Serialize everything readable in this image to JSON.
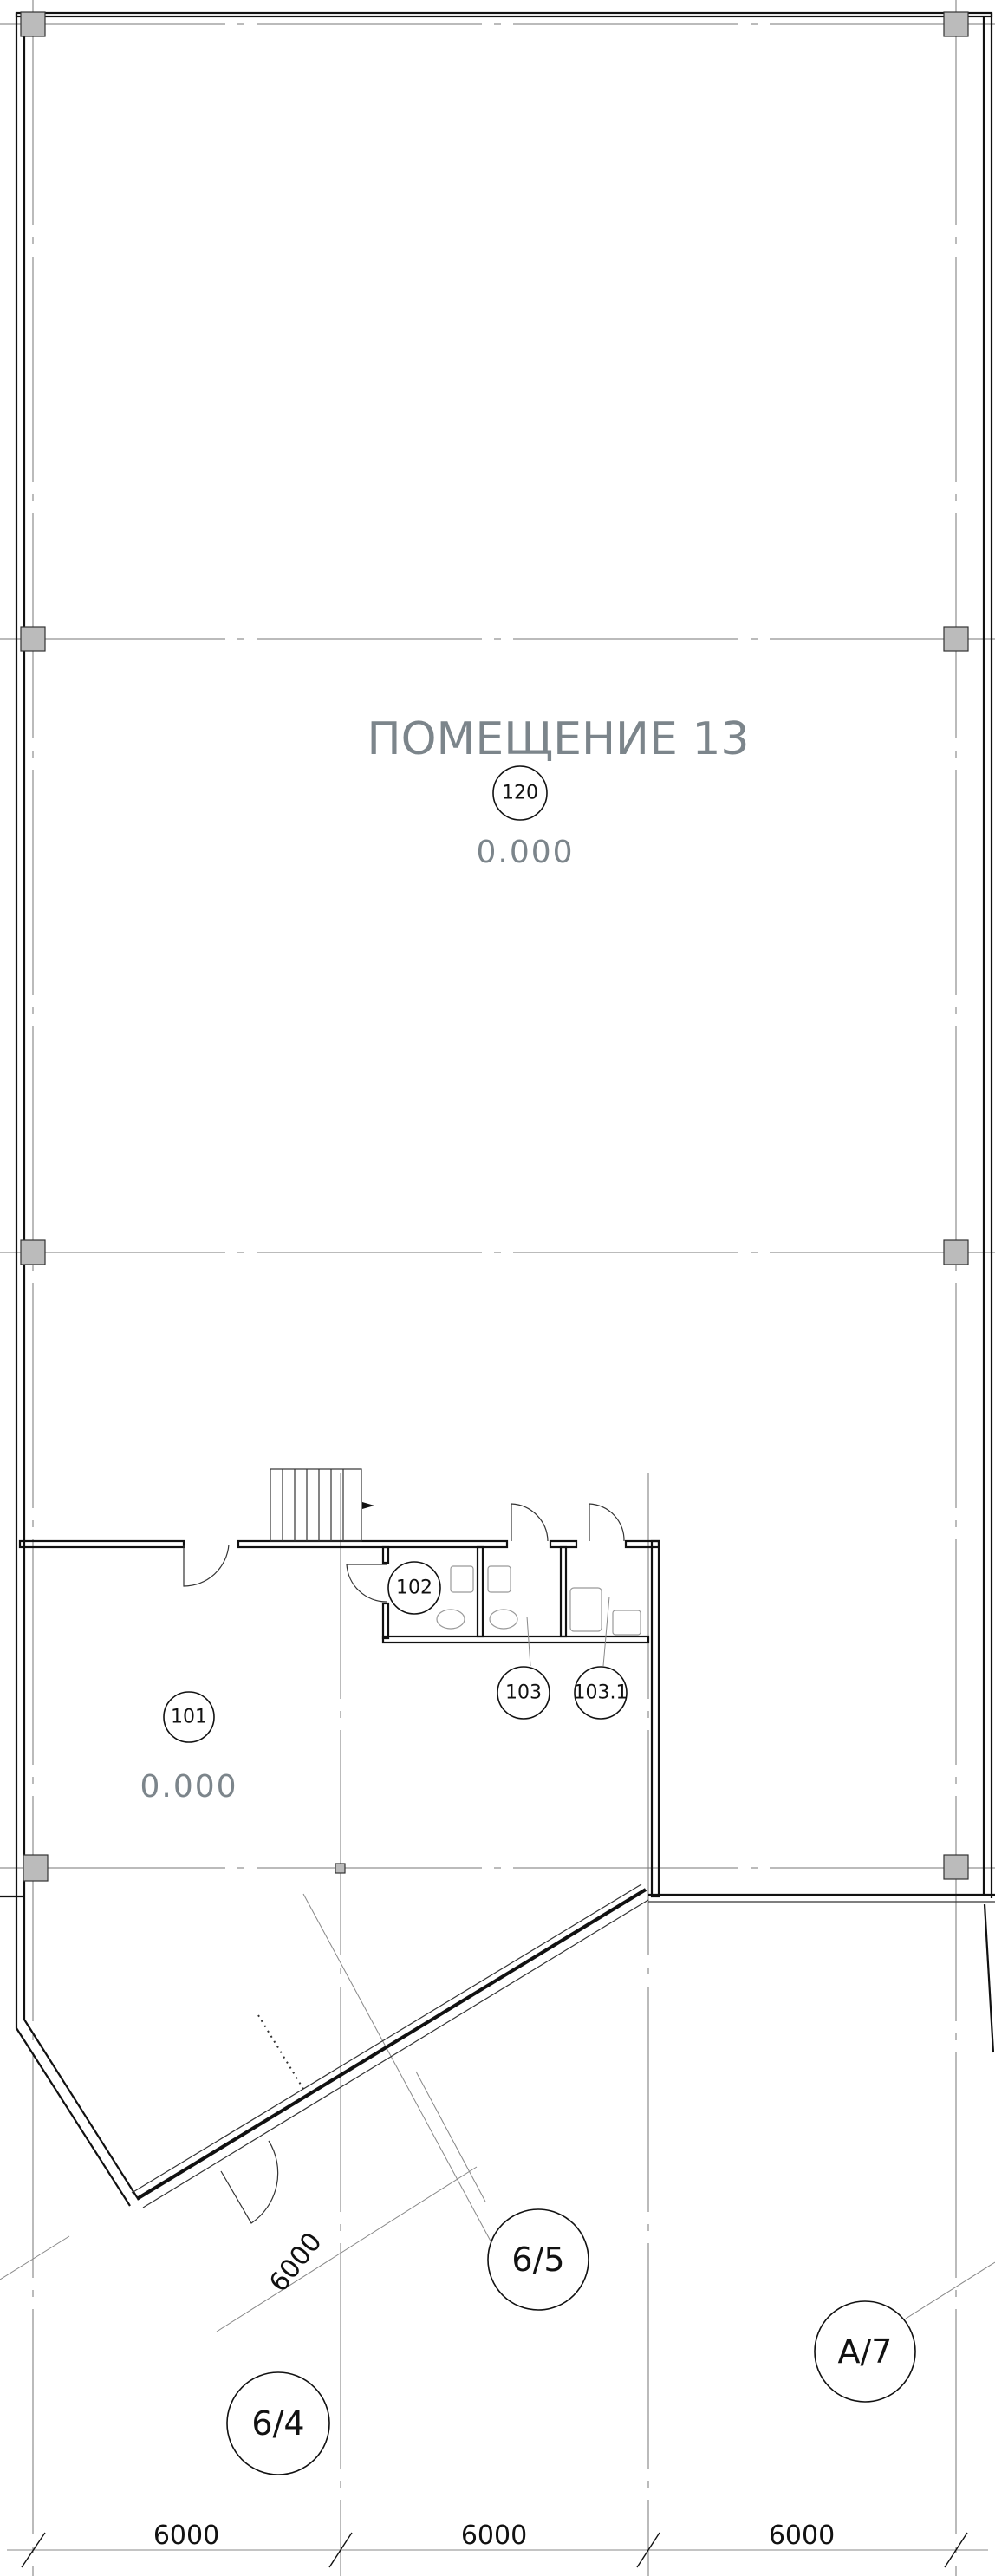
{
  "plan": {
    "main_room": {
      "title": "ПОМЕЩЕНИЕ 13",
      "number": "120",
      "elevation": "0.000"
    },
    "room_101": {
      "number": "101",
      "elevation": "0.000"
    },
    "room_102": {
      "number": "102"
    },
    "room_103": {
      "number": "103"
    },
    "room_103_1": {
      "number": "103.1"
    }
  },
  "axes": {
    "axis_6_4": "6/4",
    "axis_6_5": "6/5",
    "axis_a_7": "А/7"
  },
  "dimensions": {
    "diagonal": "6000",
    "bottom": [
      "6000",
      "6000",
      "6000"
    ]
  },
  "colors": {
    "label_gray": "#7c858b",
    "line": "#111111"
  }
}
